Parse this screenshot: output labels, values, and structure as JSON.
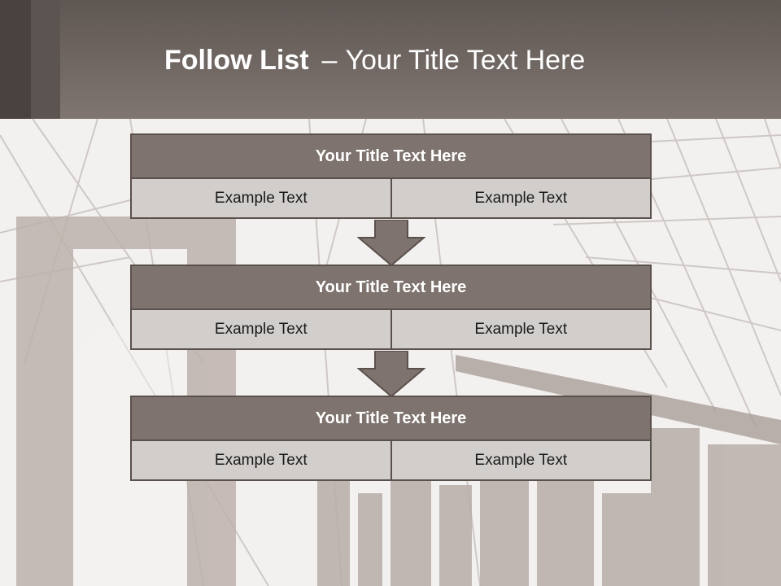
{
  "header": {
    "title_bold": "Follow List",
    "separator": "–",
    "title_rest": "Your Title Text Here"
  },
  "colors": {
    "header": "#7f7571",
    "block_title": "#7e736e",
    "block_cell": "#d2cecc",
    "border": "#5a504c"
  },
  "steps": [
    {
      "title": "Your Title Text Here",
      "left": "Example Text",
      "right": "Example Text"
    },
    {
      "title": "Your Title Text Here",
      "left": "Example Text",
      "right": "Example Text"
    },
    {
      "title": "Your Title Text Here",
      "left": "Example Text",
      "right": "Example Text"
    }
  ]
}
